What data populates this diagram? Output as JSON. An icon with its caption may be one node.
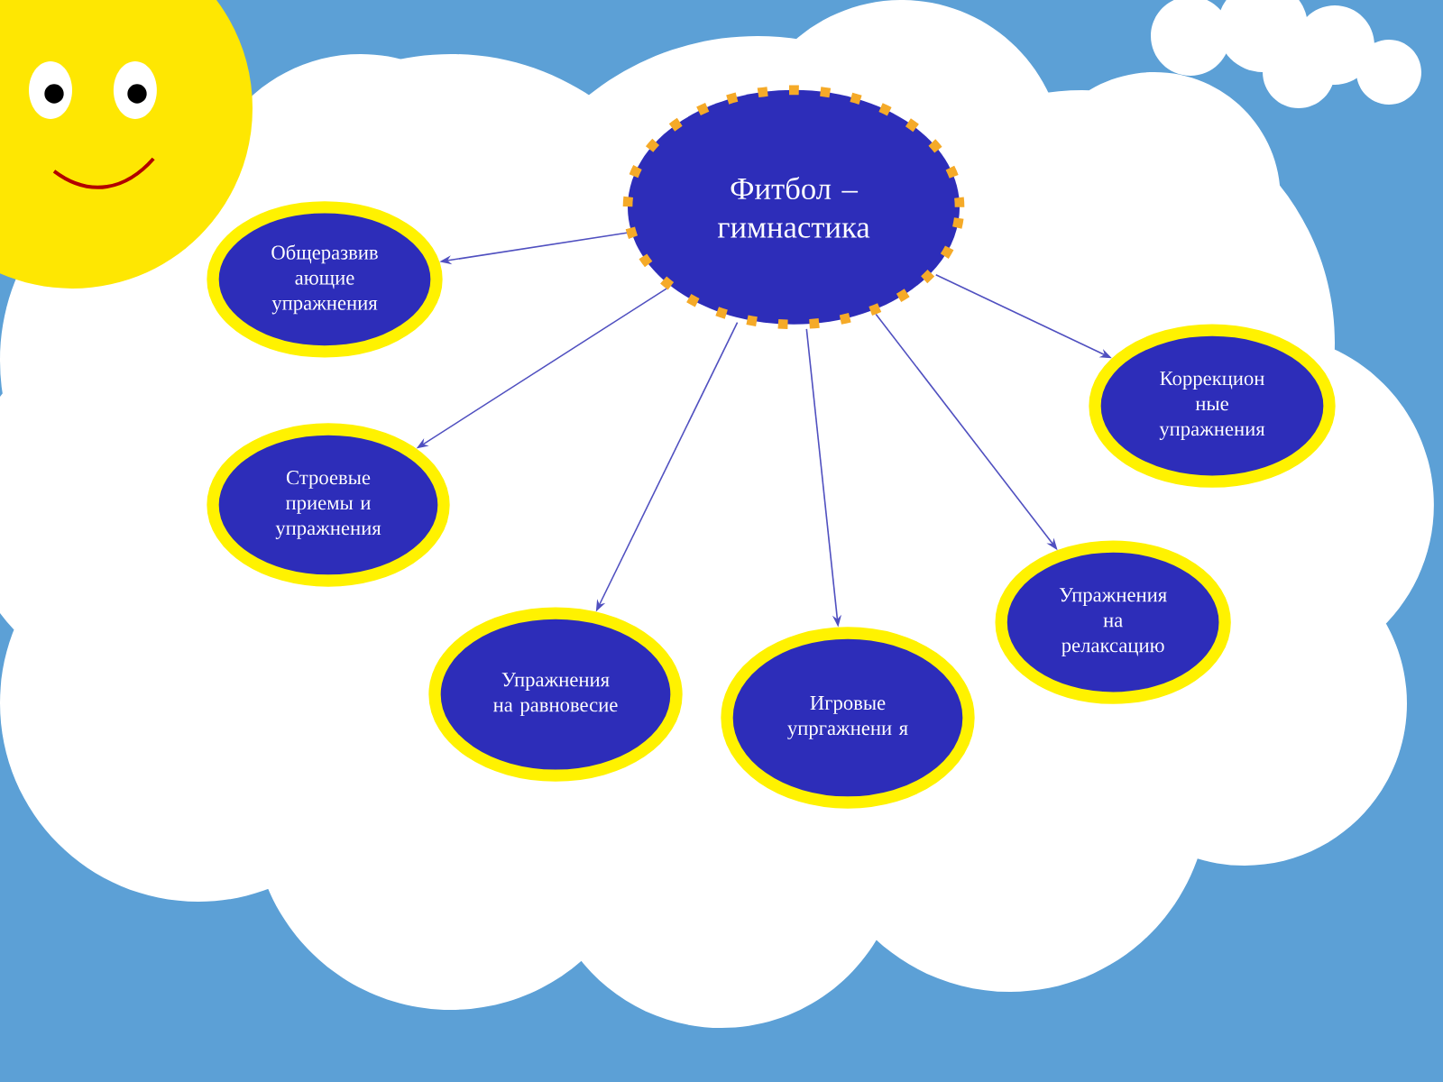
{
  "diagram": {
    "nodes": [
      {
        "text": [
          "Фитбол – гимнастика"
        ]
      },
      {
        "text": [
          "Общеразвив ающие упражнения"
        ]
      },
      {
        "text": [
          "Строевые приемы и упражнения"
        ]
      },
      {
        "text": [
          "Упражнения на равновесие"
        ]
      },
      {
        "text": [
          "Игровые упргажнени я"
        ]
      },
      {
        "text": [
          "Упражнения на релаксацию"
        ]
      },
      {
        "text": [
          "Коррекцион ные упражнения"
        ]
      }
    ],
    "edges": [
      {
        "from": 0,
        "to": 1,
        "arrow": "to"
      },
      {
        "from": 0,
        "to": 2,
        "arrow": "to"
      },
      {
        "from": 0,
        "to": 3,
        "arrow": "to"
      },
      {
        "from": 0,
        "to": 4,
        "arrow": "to"
      },
      {
        "from": 0,
        "to": 5,
        "arrow": "to"
      },
      {
        "from": 0,
        "to": 6,
        "arrow": "to"
      }
    ]
  }
}
